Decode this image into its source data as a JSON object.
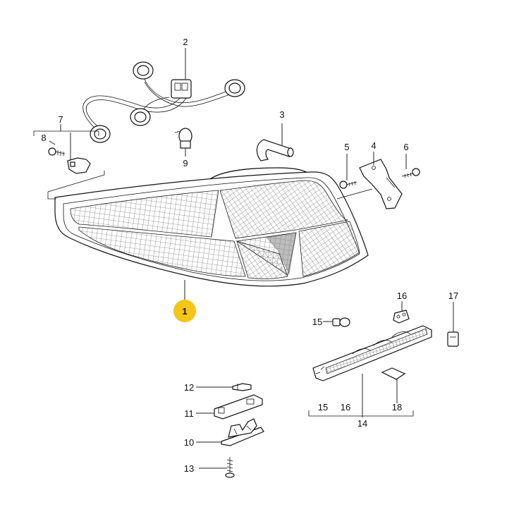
{
  "highlight_color": "#f5c518",
  "labels": {
    "l1": "1",
    "l2": "2",
    "l3": "3",
    "l4": "4",
    "l5": "5",
    "l6": "6",
    "l7": "7",
    "l8": "8",
    "l9": "9",
    "l10": "10",
    "l11": "11",
    "l12": "12",
    "l13": "13",
    "l14": "14",
    "l15": "15",
    "l16": "16",
    "l17": "17",
    "l18": "18",
    "l15b": "15",
    "l16b": "16"
  },
  "icons": {
    "tail_lamp": "tail-lamp-icon",
    "wiring_harness": "wiring-harness-icon",
    "bulb": "bulb-icon",
    "hose": "hose-icon",
    "bracket": "bracket-icon",
    "screw": "screw-icon",
    "third_brake_light": "third-brake-light-icon",
    "license_lamp": "license-plate-lamp-icon"
  }
}
